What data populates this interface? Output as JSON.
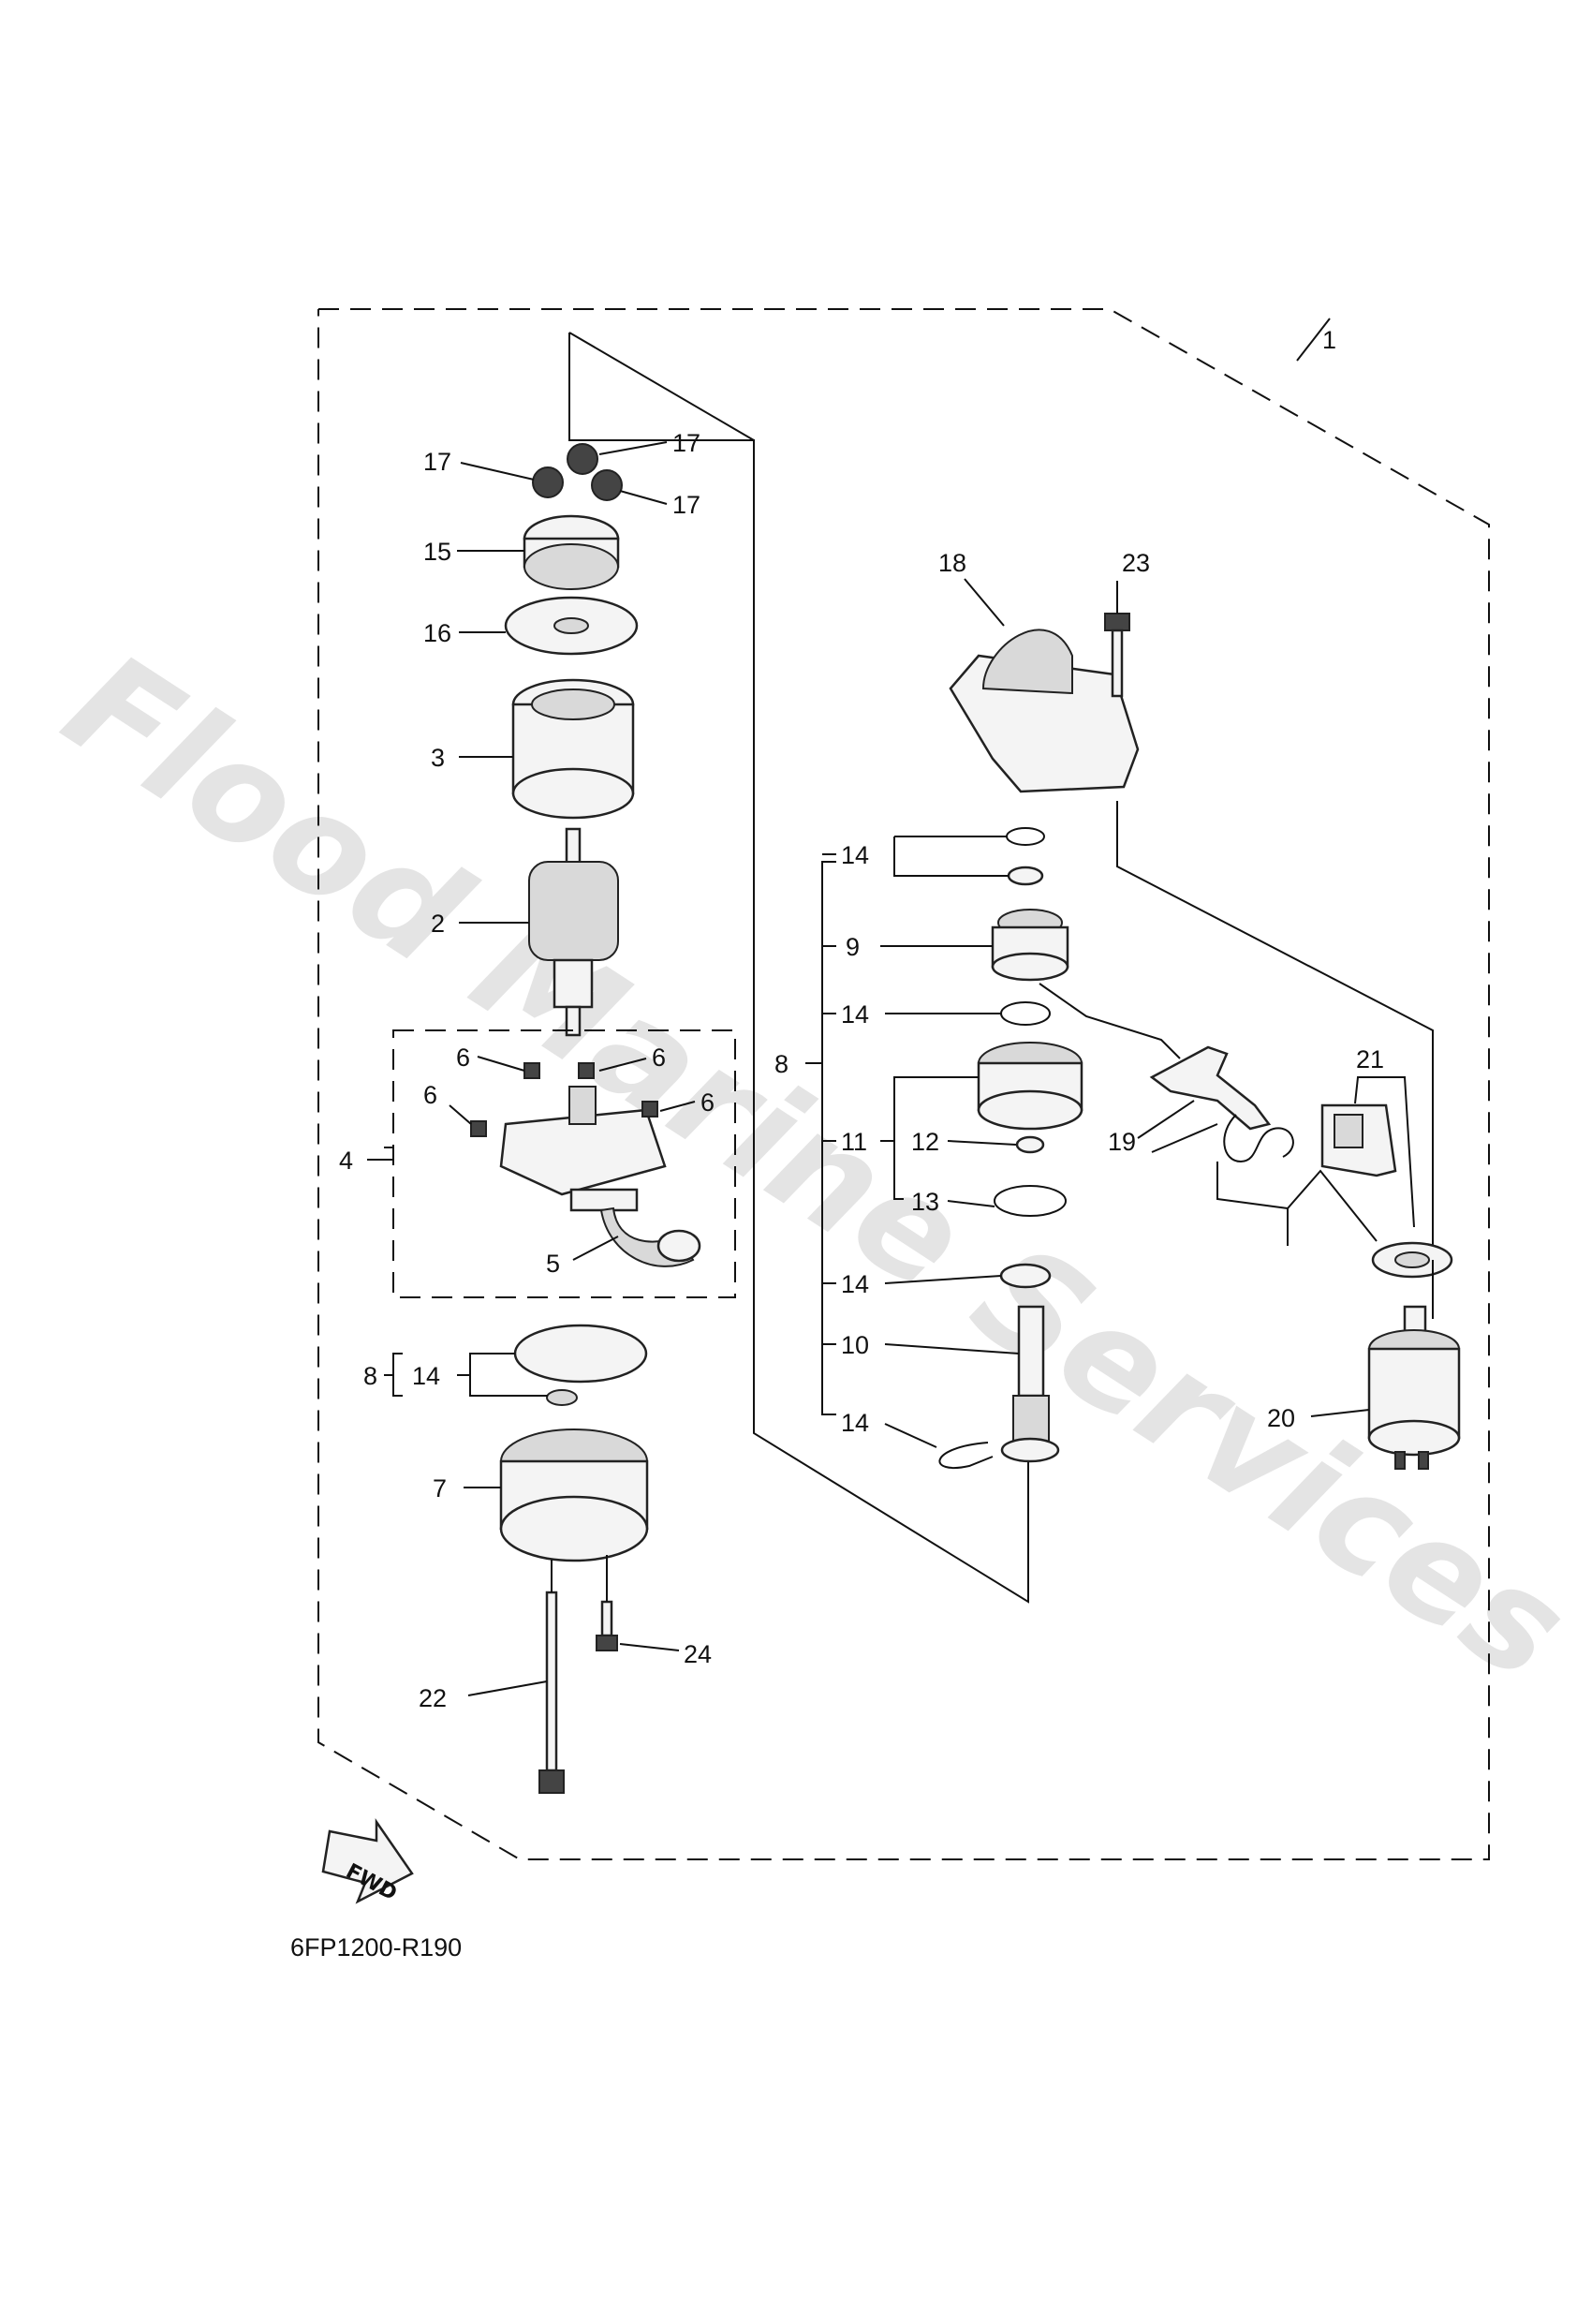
{
  "watermark": "Flood Marine Services",
  "diagram_code": "6FP1200-R190",
  "fwd_label": "FWD",
  "callouts": {
    "c1": "1",
    "c2": "2",
    "c3": "3",
    "c4": "4",
    "c5": "5",
    "c6a": "6",
    "c6b": "6",
    "c6c": "6",
    "c6d": "6",
    "c7": "7",
    "c8a": "8",
    "c8b": "8",
    "c9": "9",
    "c10": "10",
    "c11": "11",
    "c12": "12",
    "c13": "13",
    "c14a": "14",
    "c14b": "14",
    "c14c": "14",
    "c14d": "14",
    "c14e": "14",
    "c15": "15",
    "c16": "16",
    "c17a": "17",
    "c17b": "17",
    "c17c": "17",
    "c18": "18",
    "c19": "19",
    "c20": "20",
    "c21": "21",
    "c22": "22",
    "c23": "23",
    "c24": "24"
  }
}
